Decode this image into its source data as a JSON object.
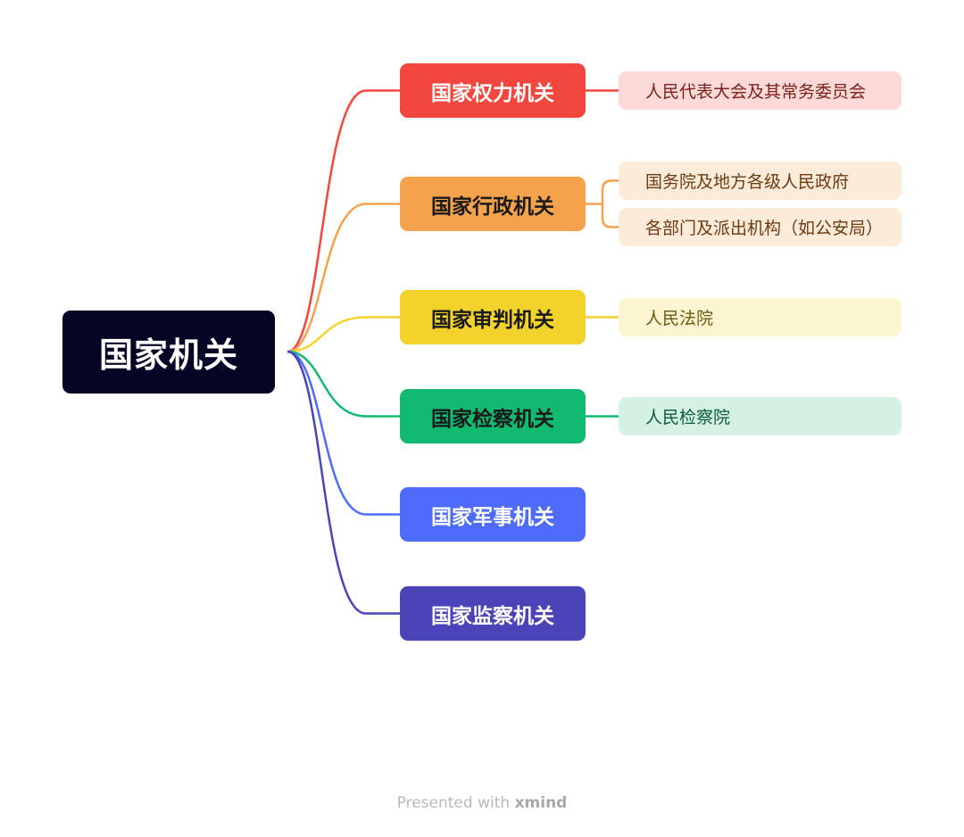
{
  "root": {
    "label": "国家机关",
    "color": "#050525"
  },
  "branches": [
    {
      "label": "国家权力机关",
      "color": "#f2473f",
      "text_color": "#ffffff",
      "children": [
        {
          "label": "人民代表大会及其常务委员会",
          "bg": "#fdd9d7",
          "text_color": "#7a1f1a"
        }
      ]
    },
    {
      "label": "国家行政机关",
      "color": "#f4a24b",
      "text_color": "#1a1a1a",
      "children": [
        {
          "label": "国务院及地方各级人民政府",
          "bg": "#fdebd9",
          "text_color": "#6b3a10"
        },
        {
          "label": "各部门及派出机构（如公安局）",
          "bg": "#fdebd9",
          "text_color": "#6b3a10"
        }
      ]
    },
    {
      "label": "国家审判机关",
      "color": "#f2d22b",
      "text_color": "#1a1a1a",
      "children": [
        {
          "label": "人民法院",
          "bg": "#fcf5d2",
          "text_color": "#6b5a10"
        }
      ]
    },
    {
      "label": "国家检察机关",
      "color": "#12b971",
      "text_color": "#1a1a1a",
      "children": [
        {
          "label": "人民检察院",
          "bg": "#d3f2e4",
          "text_color": "#0f5a38"
        }
      ]
    },
    {
      "label": "国家军事机关",
      "color": "#4e6cf9",
      "text_color": "#ffffff",
      "children": []
    },
    {
      "label": "国家监察机关",
      "color": "#4a44b8",
      "text_color": "#ffffff",
      "children": []
    }
  ],
  "footer": {
    "prefix": "Presented with ",
    "brand": "xmind"
  }
}
